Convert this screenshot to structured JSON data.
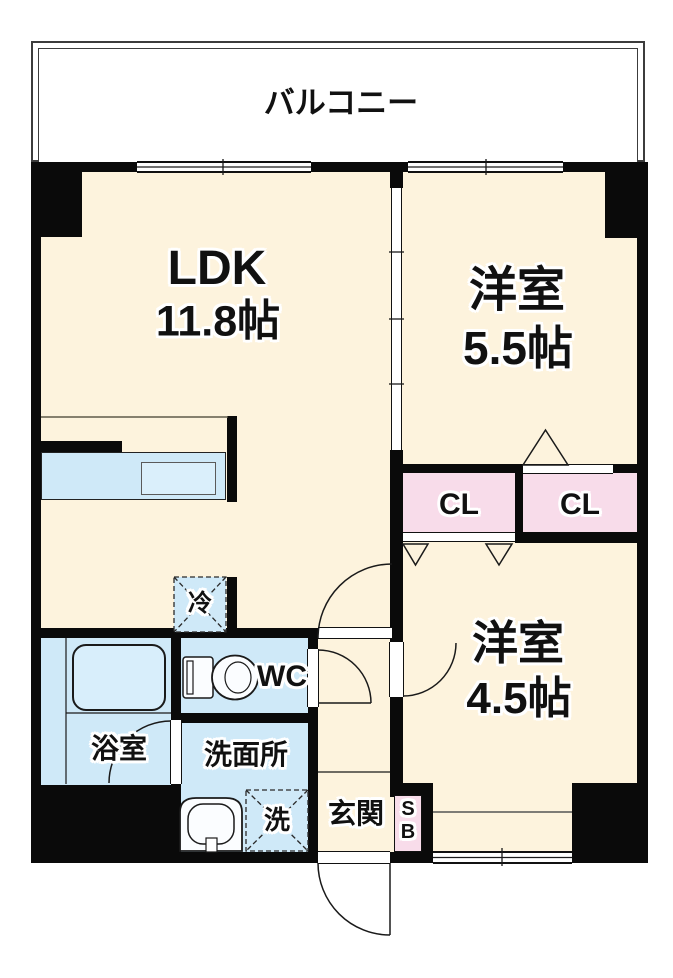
{
  "features": {
    "balcony": "バルコニー",
    "closet_left": "CL",
    "closet_right": "CL",
    "refrigerator": "冷",
    "washer": "洗",
    "shoebox": {
      "top": "S",
      "bottom": "B"
    }
  },
  "rooms": {
    "ldk": {
      "name": "LDK",
      "size": "11.8帖"
    },
    "bedroom1": {
      "name": "洋室",
      "size": "5.5帖"
    },
    "bedroom2": {
      "name": "洋室",
      "size": "4.5帖"
    },
    "bathroom": {
      "label": "浴室"
    },
    "toilet": {
      "label": "WC"
    },
    "washroom": {
      "label": "洗面所"
    },
    "entrance": {
      "label": "玄関"
    }
  },
  "colors": {
    "floor": "#fdf3dd",
    "wet": "#cfe9f8",
    "closet": "#f8dcea",
    "wall": "#0a0a0a",
    "line": "#1a1a1a"
  }
}
